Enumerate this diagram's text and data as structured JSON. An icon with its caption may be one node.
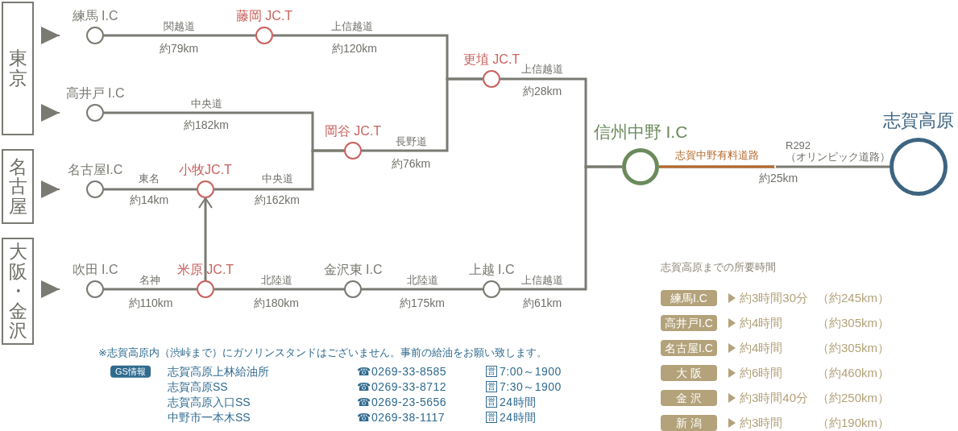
{
  "diagram": {
    "nodes": [
      {
        "text": [
          "東京"
        ]
      },
      {
        "text": [
          "名古屋"
        ]
      },
      {
        "text": [
          "大阪・金沢"
        ]
      },
      {
        "text": [
          "練馬 I.C"
        ]
      },
      {
        "text": [
          "藤岡 JC.T"
        ]
      },
      {
        "text": [
          "高井戸 I.C"
        ]
      },
      {
        "text": [
          "岡谷 JC.T"
        ]
      },
      {
        "text": [
          "更埴 JC.T"
        ]
      },
      {
        "text": [
          "名古屋I.C"
        ]
      },
      {
        "text": [
          "小牧JC.T"
        ]
      },
      {
        "text": [
          "吹田 I.C"
        ]
      },
      {
        "text": [
          "米原 JC.T"
        ]
      },
      {
        "text": [
          "金沢東 I.C"
        ]
      },
      {
        "text": [
          "上越 I.C"
        ]
      },
      {
        "text": [
          "信州中野 I.C"
        ]
      },
      {
        "text": [
          "志賀高原"
        ]
      }
    ],
    "edges": [
      {
        "from": 0,
        "to": 3,
        "arrow": "to"
      },
      {
        "from": 0,
        "to": 5,
        "arrow": "to"
      },
      {
        "from": 1,
        "to": 8,
        "arrow": "to"
      },
      {
        "from": 2,
        "to": 10,
        "arrow": "to"
      },
      {
        "from": 3,
        "to": 4,
        "arrow": "none",
        "label": "関越道"
      },
      {
        "from": 4,
        "to": 7,
        "arrow": "none",
        "label": "上信越道"
      },
      {
        "from": 5,
        "to": 6,
        "arrow": "none",
        "label": "中央道"
      },
      {
        "from": 6,
        "to": 7,
        "arrow": "none",
        "label": "長野道"
      },
      {
        "from": 8,
        "to": 9,
        "arrow": "none",
        "label": "東名"
      },
      {
        "from": 9,
        "to": 6,
        "arrow": "none",
        "label": "中央道"
      },
      {
        "from": 11,
        "to": 9,
        "arrow": "to"
      },
      {
        "from": 10,
        "to": 11,
        "arrow": "none",
        "label": "名神"
      },
      {
        "from": 11,
        "to": 12,
        "arrow": "none",
        "label": "北陸道"
      },
      {
        "from": 12,
        "to": 13,
        "arrow": "none",
        "label": "北陸道"
      },
      {
        "from": 13,
        "to": 14,
        "arrow": "none",
        "label": "上信越道"
      },
      {
        "from": 7,
        "to": 14,
        "arrow": "none",
        "label": "上信越道"
      },
      {
        "from": 14,
        "to": 15,
        "arrow": "none",
        "label": "志賀中野有料道路"
      }
    ],
    "labels": [
      "約79km",
      "約120km",
      "約28km",
      "約182km",
      "約76km",
      "R292（オリンピック道路）",
      "約14km",
      "約162km",
      "約25km",
      "志賀高原までの所要時間",
      "約110km",
      "約180km",
      "約175km",
      "約61km",
      "※志賀高原内（渋峠まで）にガソリンスタンドはございません。事前の給油をお願い致します。",
      "GS情報",
      "志賀高原上林給油所",
      "☎0269-33-8585",
      "営",
      "7:00～1900",
      "志賀高原SS",
      "☎0269-33-8712",
      "営",
      "7:30～1900",
      "志賀高原入口SS",
      "☎0269-23-5656",
      "営",
      "24時間",
      "中野市一本木SS",
      "☎0269-38-1117",
      "営",
      "24時間",
      "練馬I.C",
      "約3時間30分",
      "（約245km）",
      "高井戸I.C",
      "約4時間",
      "（約305km）",
      "名古屋I.C",
      "約4時間",
      "（約305km）",
      "大 阪",
      "約6時間",
      "（約460km）",
      "金 沢",
      "約3時間40分",
      "（約250km）",
      "新 潟",
      "約3時間",
      "（約190km）"
    ]
  }
}
